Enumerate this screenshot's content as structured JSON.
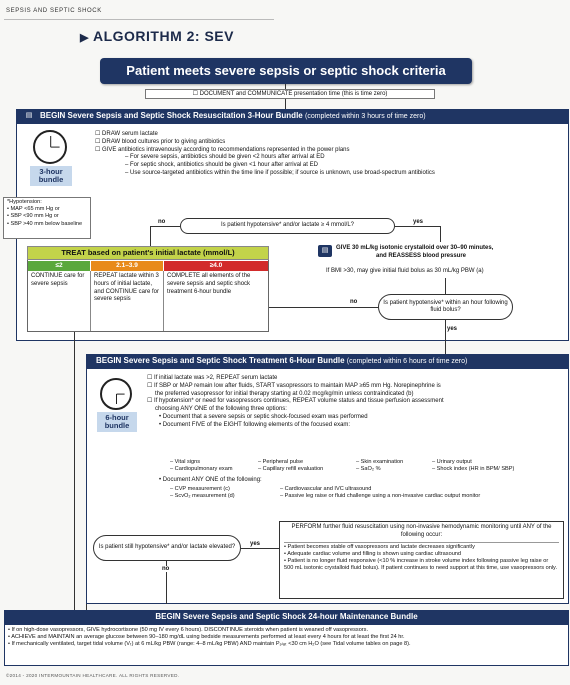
{
  "header": {
    "section": "SEPSIS AND SEPTIC SHOCK",
    "algorithm": "ALGORITHM 2: SEV"
  },
  "top_title": "Patient meets severe sepsis or septic shock criteria",
  "document_line": "☐ DOCUMENT and COMMUNICATE presentation time (this is time zero)",
  "bundle3": {
    "bar_title": "BEGIN Severe Sepsis and Septic Shock Resuscitation 3-Hour Bundle",
    "bar_sub": "(completed within 3 hours of time zero)",
    "label": "3-hour bundle",
    "items": [
      "☐ DRAW serum lactate",
      "☐ DRAW blood cultures prior to giving antibiotics",
      "☐ GIVE antibiotics intravenously according to recommendations represented in the power plans"
    ],
    "subitems": [
      "– For severe sepsis, antibiotics should be given <2 hours after arrival at ED",
      "– For septic shock, antibiotics should be given <1 hour after arrival at ED",
      "– Use source-targeted antibiotics within the time line if possible; if source is unknown, use broad-spectrum antibiotics"
    ]
  },
  "hypotension": {
    "title": "*Hypotension:",
    "items": [
      "• MAP <65 mm Hg or",
      "• SBP <90 mm Hg or",
      "• SBP >40 mm below baseline"
    ]
  },
  "decision1": {
    "text": "Is patient hypotensive* and/or lactate ≥ 4 mmol/L?",
    "no": "no",
    "yes": "yes"
  },
  "treat": {
    "title": "TREAT based on patient's initial lactate (mmol/L)",
    "cols": [
      {
        "label": "≤2",
        "color": "#5aa83c",
        "text": "CONTINUE care for severe sepsis"
      },
      {
        "label": "2.1–3.9",
        "color": "#e88a1a",
        "text": "REPEAT lactate within 3 hours of initial lactate, and CONTINUE care for severe sepsis"
      },
      {
        "label": "≥4.0",
        "color": "#d22b2b",
        "text": "COMPLETE all elements of the severe sepsis and septic shock treatment 6-hour bundle"
      }
    ]
  },
  "give_fluid": {
    "line1": "GIVE 30 mL/kg isotonic crystalloid over 30–90 minutes,",
    "line2": "and REASSESS blood pressure",
    "line3": "If BMI >30, may give initial fluid bolus as 30 mL/kg PBW (a)"
  },
  "decision2": {
    "text": "Is patient hypotensive* within an hour following fluid bolus?",
    "no": "no",
    "yes": "yes"
  },
  "bundle6": {
    "bar_title": "BEGIN Severe Sepsis and Septic Shock Treatment 6-Hour Bundle",
    "bar_sub": "(completed within 6 hours of time zero)",
    "label": "6-hour bundle",
    "item1": "☐ If initial lactate was >2, REPEAT serum lactate",
    "item2a": "☐ If SBP or MAP remain low after fluids, START vasopressors to maintain MAP ≥65 mm Hg. Norepinephrine is",
    "item2b": "the preferred vasopressor for initial therapy starting at 0.02 mcg/kg/min unless contraindicated (b)",
    "item3a": "☐ If hypotension* or need for vasopressors continues, REPEAT volume status and tissue perfusion assessment",
    "item3b": "choosing ANY ONE of the following three options:",
    "opt1": "• Document that a severe sepsis or septic shock-focused exam was performed",
    "opt2": "• Document FIVE of the EIGHT following elements of the focused exam:",
    "exam": [
      "– Vital signs",
      "– Peripheral pulse",
      "– Skin examination",
      "– Urinary output",
      "– Cardiopulmonary exam",
      "– Capillary refill evaluation",
      "– SaO₂ %",
      "– Shock index (HR in BPM/ SBP)"
    ],
    "opt3": "• Document ANY ONE of the following:",
    "opt3_items": [
      "– CVP measurement (c)",
      "– Cardiovascular and IVC ultrasound",
      "– ScvO₂ measurement (d)",
      "– Passive leg raise or fluid challenge using a non-invasive cardiac output monitor"
    ]
  },
  "decision3": {
    "text": "Is patient still hypotensive* and/or lactate elevated?",
    "no": "no",
    "yes": "yes"
  },
  "perform": {
    "title": "PERFORM further fluid resuscitation using non-invasive hemodynamic monitoring until ANY of the following occur:",
    "items": [
      "• Patient becomes stable off vasopressors and lactate decreases significantly",
      "• Adequate cardiac volume and filling is shown using cardiac ultrasound",
      "• Patient is no longer fluid responsive (<10 % increase in stroke volume index following passive leg raise or 500 mL isotonic crystalloid fluid bolus). If patient continues to need support at this time, use vasopressors only."
    ]
  },
  "bundle24": {
    "bar_title": "BEGIN Severe Sepsis and Septic Shock 24-hour Maintenance Bundle",
    "items": [
      "• If on high-dose vasopressors, GIVE hydrocortisone (50 mg IV every 6 hours). DISCONTINUE steroids when patient is weaned off vasopressors.",
      "• ACHIEVE and MAINTAIN an average glucose between 90–180 mg/dL using bedside measurements performed at least every 4 hours for at least the first 24 hr.",
      "• If mechanically ventilated, target tidal volume (Vₜ) at 6 mL/kg PBW (range: 4–8 mL/kg PBW) AND maintain Pₚₗₐₜ <30 cm H₂O (see Tidal volume tables on page 8)."
    ]
  },
  "footer": "©2014 - 2020 INTERMOUNTAIN HEALTHCARE. ALL RIGHTS RESERVED."
}
